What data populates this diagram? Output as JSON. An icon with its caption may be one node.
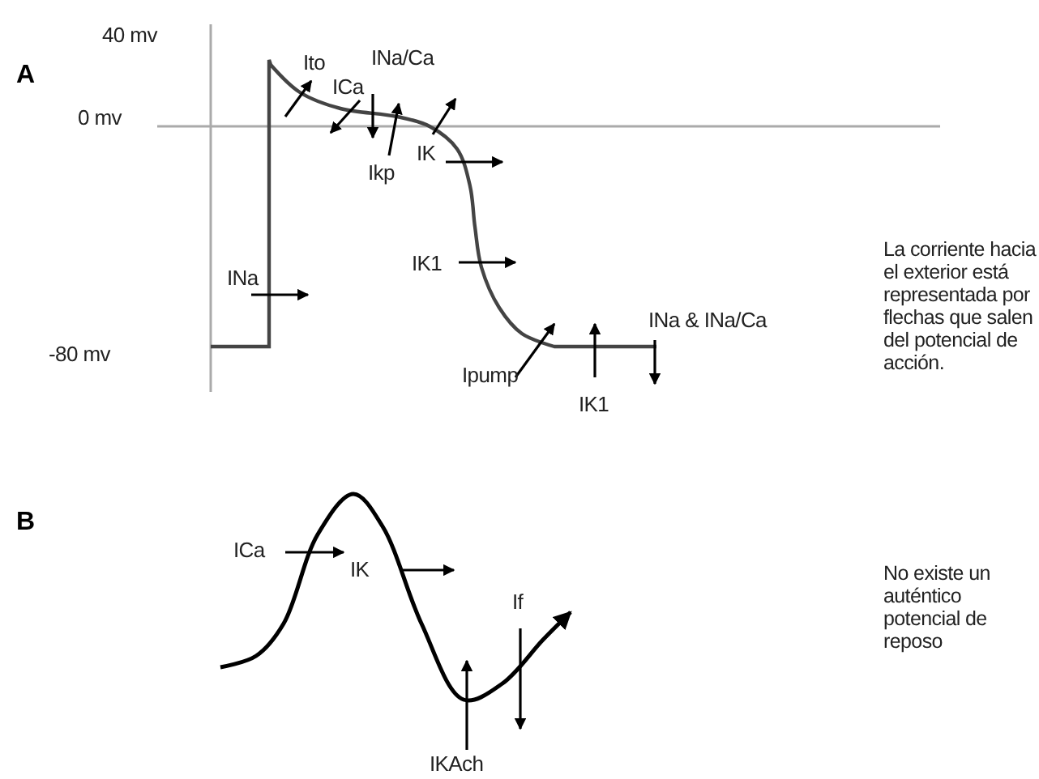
{
  "diagram": {
    "labels": [
      "40 mv",
      "A",
      "Ito",
      "INa/Ca",
      "ICa",
      "0 mv",
      "IK",
      "Ikp",
      "INa",
      "IK1",
      "La corriente hacia el  exterior está representada por flechas que salen del potencial de acción.",
      "INa & INa/Ca",
      "Ipump",
      "-80 mv",
      "IK1",
      "B",
      "ICa",
      "IK",
      "If",
      "No existe un auténtico potencial de reposo",
      "IKAch"
    ]
  }
}
